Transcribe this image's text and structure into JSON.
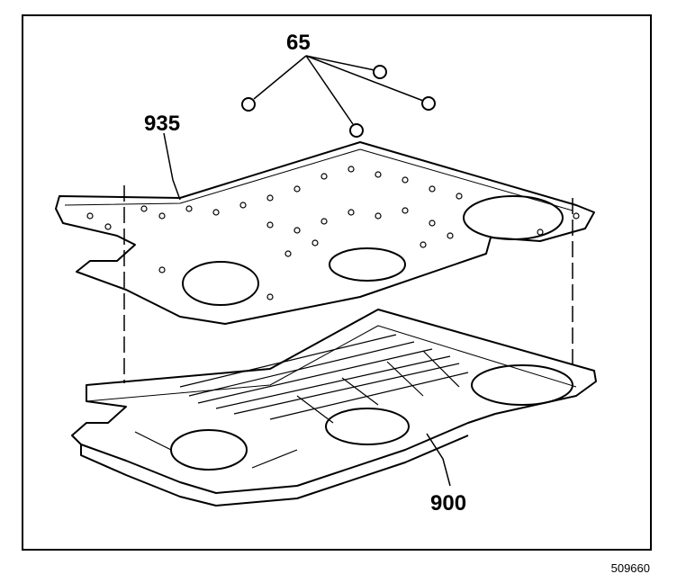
{
  "callouts": {
    "o_rings": "65",
    "spacer_plate": "935",
    "valve_body": "900"
  },
  "figure_id": "509660",
  "colors": {
    "ink": "#000000",
    "paper": "#ffffff"
  }
}
